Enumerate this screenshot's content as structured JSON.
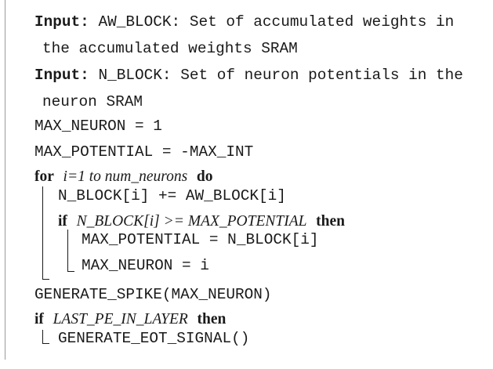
{
  "algorithm": {
    "input1_keyword": "Input:",
    "input1_text": "AW_BLOCK: Set of accumulated weights in",
    "input1_cont": "the accumulated weights SRAM",
    "input2_keyword": "Input:",
    "input2_text": "N_BLOCK: Set of neuron potentials in the",
    "input2_cont": "neuron SRAM",
    "init_neuron": "MAX_NEURON = 1",
    "init_potential": "MAX_POTENTIAL = -MAX_INT",
    "for_keyword": "for",
    "for_range": "i=1 to num_neurons",
    "do_keyword": "do",
    "accumulate": "N_BLOCK[i] += AW_BLOCK[i]",
    "if_keyword": "if",
    "if_condition": "N_BLOCK[i] >= MAX_POTENTIAL",
    "then_keyword": "then",
    "assign_potential": "MAX_POTENTIAL = N_BLOCK[i]",
    "assign_neuron": "MAX_NEURON = i",
    "generate_spike": "GENERATE_SPIKE(MAX_NEURON)",
    "if2_keyword": "if",
    "if2_condition": "LAST_PE_IN_LAYER",
    "then2_keyword": "then",
    "generate_eot": "GENERATE_EOT_SIGNAL()"
  }
}
